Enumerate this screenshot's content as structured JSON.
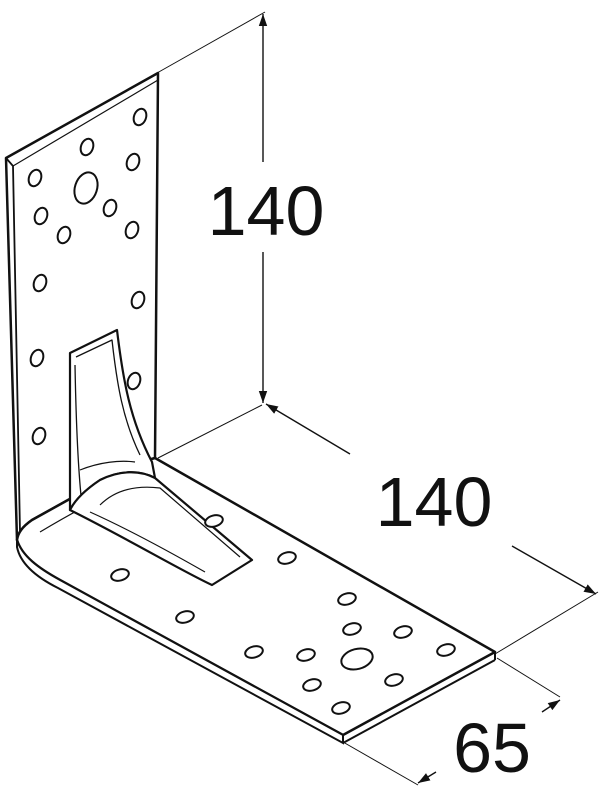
{
  "diagram": {
    "dimensions": {
      "height": "140",
      "length": "140",
      "width": "65"
    },
    "colors": {
      "stroke": "#111111",
      "fill": "#ffffff"
    }
  }
}
